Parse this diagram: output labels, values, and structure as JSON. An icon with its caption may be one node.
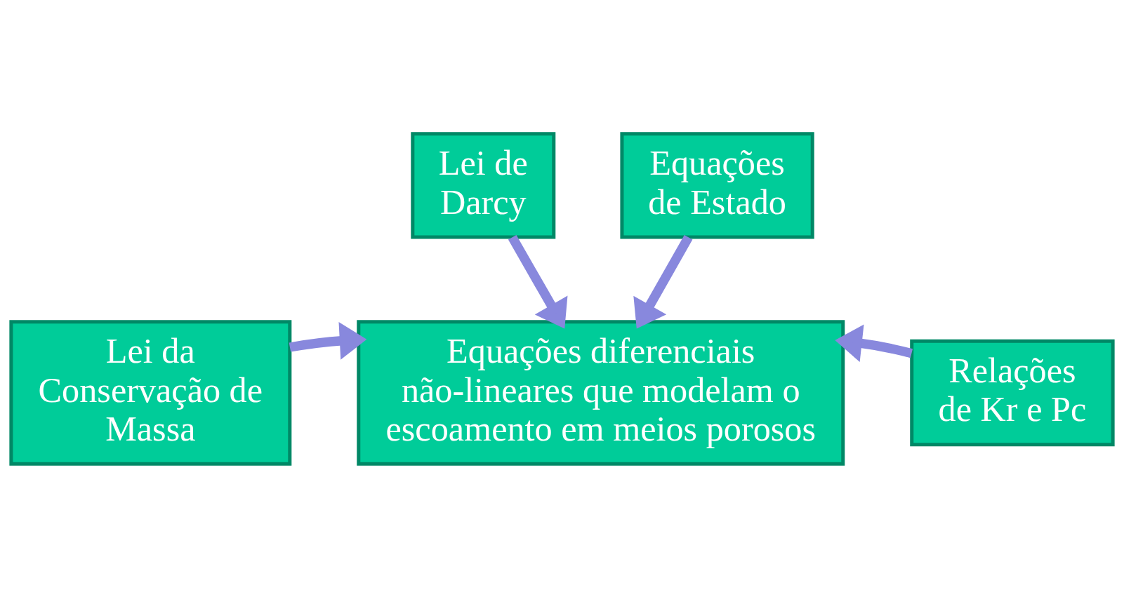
{
  "diagram": {
    "nodes": [
      {
        "text": [
          "Lei de Darcy"
        ]
      },
      {
        "text": [
          "Equações de Estado"
        ]
      },
      {
        "text": [
          "Lei da Conservação de Massa"
        ]
      },
      {
        "text": [
          "Relações de Kr e Pc"
        ]
      },
      {
        "text": [
          "Equações diferenciais não-lineares que modelam o escoamento em meios porosos"
        ]
      }
    ],
    "edges": [
      {
        "from": 0,
        "to": 4,
        "arrow": "to"
      },
      {
        "from": 1,
        "to": 4,
        "arrow": "to"
      },
      {
        "from": 2,
        "to": 4,
        "arrow": "to"
      },
      {
        "from": 3,
        "to": 4,
        "arrow": "to"
      }
    ]
  }
}
